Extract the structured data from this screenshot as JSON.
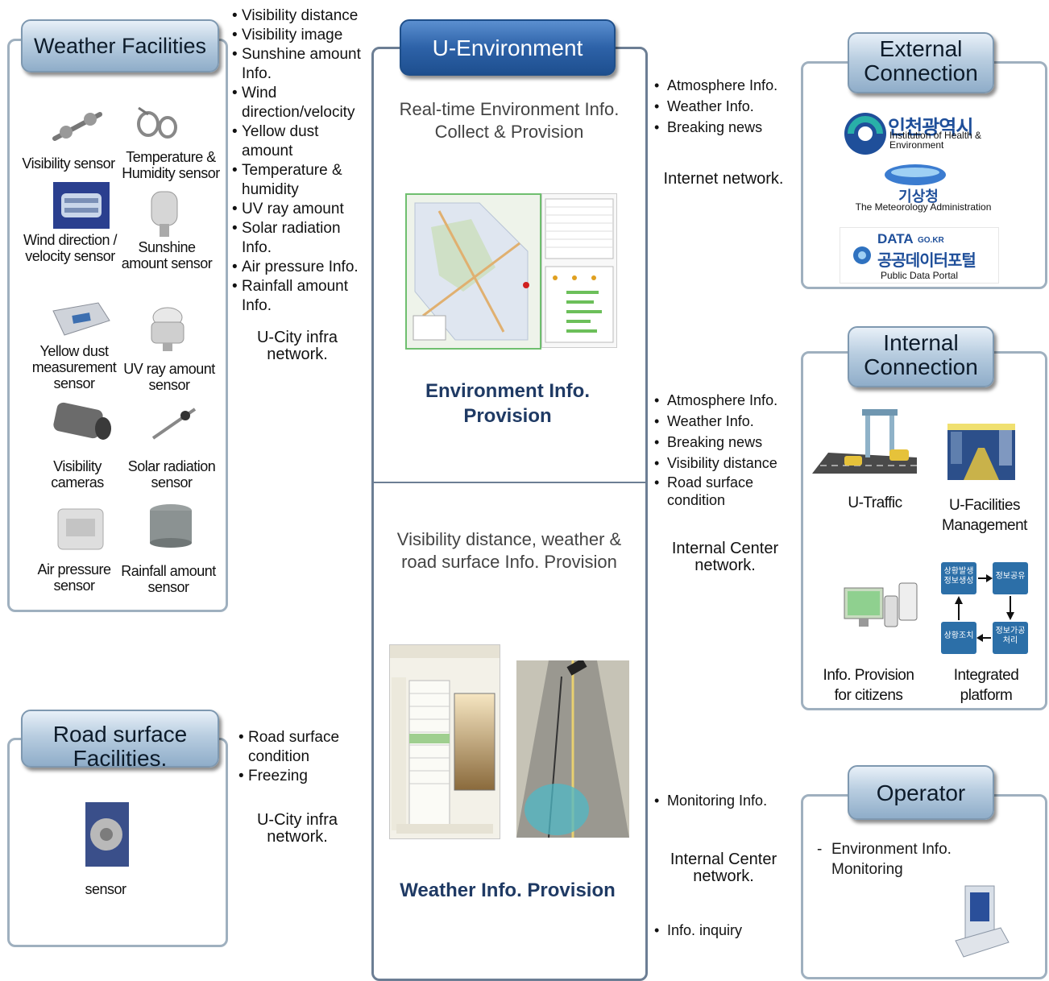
{
  "weather_facilities": {
    "title": "Weather Facilities",
    "sensors": {
      "visibility": "Visibility sensor",
      "temp_hum": "Temperature & Humidity sensor",
      "wind": "Wind direction / velocity sensor",
      "sunshine": "Sunshine amount sensor",
      "yellow_dust": "Yellow dust measurement sensor",
      "uv": "UV ray amount sensor",
      "cameras": "Visibility cameras",
      "solar": "Solar radiation sensor",
      "air": "Air pressure sensor",
      "rainfall": "Rainfall amount sensor"
    },
    "data_items": [
      "Visibility distance",
      "Visibility image",
      "Sunshine amount Info.",
      "Wind direction/velocity",
      "Yellow dust amount",
      "Temperature & humidity",
      "UV ray amount",
      "Solar radiation Info.",
      "Air pressure Info.",
      "Rainfall amount Info."
    ],
    "network": "U-City infra network."
  },
  "road_facilities": {
    "title": "Road surface Facilities.",
    "sensor": "sensor",
    "data_items": [
      "Road surface condition",
      "Freezing"
    ],
    "network": "U-City infra network."
  },
  "u_environment": {
    "title": "U-Environment",
    "top_subtitle": "Real-time Environment Info. Collect & Provision",
    "top_caption": "Environment Info. Provision",
    "bottom_subtitle": "Visibility distance, weather & road surface Info. Provision",
    "bottom_caption": "Weather Info. Provision"
  },
  "external": {
    "title": "External Connection",
    "items": [
      "Atmosphere Info.",
      "Weather Info.",
      "Breaking news"
    ],
    "network": "Internet network.",
    "logos": {
      "incheon_korean": "인천광역시",
      "incheon_english": "Institution of Health & Environment",
      "kma_korean": "기상청",
      "kma_english": "The Meteorology Administration",
      "data_logo": "DATA",
      "data_domain": "GO.KR",
      "data_korean": "공공데이터포털",
      "data_english": "Public Data Portal"
    }
  },
  "internal": {
    "title": "Internal Connection",
    "items": [
      "Atmosphere Info.",
      "Weather Info.",
      "Breaking news",
      "Visibility distance",
      "Road surface condition"
    ],
    "network": "Internal Center network.",
    "apps": {
      "traffic": "U-Traffic",
      "facilities": "U-Facilities Management",
      "citizens": "Info. Provision for citizens",
      "platform": "Integrated platform"
    },
    "platform_nodes": [
      "상황발생 정보생성",
      "정보공유",
      "정보가공 처리",
      "상황조치"
    ]
  },
  "operator": {
    "title": "Operator",
    "items_out": [
      "Monitoring Info."
    ],
    "items_in": [
      "Info. inquiry"
    ],
    "network": "Internal Center network.",
    "task": "Environment Info. Monitoring"
  },
  "colors": {
    "arrow": "#3f6ea8",
    "title_dark": "#2d62a8",
    "caption_blue": "#1f3a64",
    "panel_border": "#9fb0bf"
  }
}
